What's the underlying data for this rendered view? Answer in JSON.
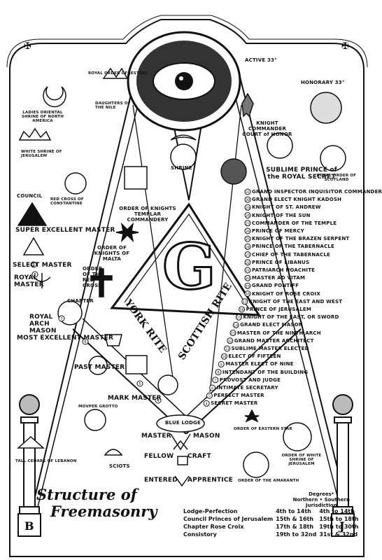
{
  "title_line1": "Structure of",
  "title_line2": "Freemasonry",
  "top_left_glyph": "✠",
  "top_right_glyph": "✠",
  "triangle_labels": {
    "york": "YORK RITE",
    "scottish": "SCOTTISH RITE",
    "center_letter": "G"
  },
  "blue_lodge": "BLUE LODGE",
  "top_orgs": {
    "jesters": "ROYAL ORDER OF JESTERS",
    "daughters_nile": "DAUGHTERS OF THE NILE",
    "ladies_shrine": "LADIES ORIENTAL SHRINE OF NORTH AMERICA",
    "white_shrine": "WHITE SHRINE OF JERUSALEM",
    "red_cross_constantine": "RED CROSS OF CONSTANTINE",
    "shrine": "SHRINE",
    "active33": "ACTIVE 33°",
    "honorary33": "HONORARY 33°",
    "knight_commander": "KNIGHT COMMANDER COURT of HONOR",
    "royal_order_scotland": "ROYAL ORDER OF SCOTLAND",
    "sublime_prince": "SUBLIME PRINCE of the ROYAL SECRET"
  },
  "york_rite": [
    "ORDER OF KNIGHTS TEMPLAR COMMANDERY",
    "ORDER OF KNIGHTS OF MALTA",
    "ORDER OF THE RED CROSS",
    "COUNCIL",
    "SUPER EXCELLENT MASTER",
    "SELECT MASTER",
    "ROYAL MASTER",
    "CHAPTER",
    "ROYAL ARCH MASON",
    "MOST EXCELLENT MASTER",
    "PAST MASTER",
    "MARK MASTER"
  ],
  "york_nums": [
    "9",
    "8",
    "7",
    "6",
    "5",
    "4"
  ],
  "scottish_rite": [
    "GRAND INSPECTOR INQUISITOR COMMANDER",
    "GRAND ELECT KNIGHT KADOSH",
    "KNIGHT OF ST. ANDREW",
    "KNIGHT OF THE SUN",
    "COMMANDER OF THE TEMPLE",
    "PRINCE OF MERCY",
    "KNIGHT OF THE BRAZEN SERPENT",
    "PRINCE OF THE TABERNACLE",
    "CHIEF OF THE TABERNACLE",
    "PRINCE OF LIBANUS",
    "PATRIARCH NOACHITE",
    "MASTER AD VITAM",
    "GRAND PONTIFF",
    "KNIGHT OF ROSE CROIX",
    "KNIGHT OF THE EAST AND WEST",
    "PRINCE OF JERUSALEM",
    "KNIGHT OF THE EAST, OR SWORD",
    "GRAND ELECT MASON",
    "MASTER OF THE NINTH ARCH",
    "GRAND MASTER ARCHITECT",
    "SUBLIME MASTER ELECTED",
    "ELECT OF FIFTEEN",
    "MASTER ELECT OF NINE",
    "INTENDANT OF THE BUILDING",
    "PROVOST AND JUDGE",
    "INTIMATE SECRETARY",
    "PERFECT MASTER",
    "SECRET MASTER"
  ],
  "scottish_nums": [
    "31",
    "30",
    "29",
    "28",
    "27",
    "26",
    "25",
    "24",
    "23",
    "22",
    "21",
    "20",
    "19",
    "18",
    "17",
    "16",
    "15",
    "14",
    "13",
    "12",
    "11",
    "10",
    "9",
    "8",
    "7",
    "6",
    "5",
    "4"
  ],
  "blue_lodge_degrees": [
    "MASTER",
    "MASON",
    "FELLOW",
    "CRAFT",
    "ENTERED",
    "APPRENTICE"
  ],
  "side_bodies": {
    "grotto": "MOVPER GROTTO",
    "tall_cedars": "TALL CEDARS OF LEBANON",
    "sciots": "SCIOTS",
    "eastern_star": "ORDER OF EASTERN STAR",
    "white_shrine2": "ORDER OF WHITE SHRINE OF JERUSALEM",
    "amaranth": "ORDER OF THE AMARANTH"
  },
  "pillars": {
    "left": "B",
    "right": "J"
  },
  "degrees_table": {
    "header": "Degrees*",
    "header_cols": "Northern • Southern",
    "header_sub": "Jurisdiction",
    "rows": [
      {
        "name": "Lodge-Perfection",
        "northern": "4th to 14th",
        "southern": "4th to 14th"
      },
      {
        "name": "Council Princes of Jerusalem",
        "northern": "15th & 16th",
        "southern": "15th to 18th"
      },
      {
        "name": "Chapter Rose Croix",
        "northern": "17th & 18th",
        "southern": "19th to 30th"
      },
      {
        "name": "Consistory",
        "northern": "19th to 32nd",
        "southern": "31st & 32nd"
      }
    ]
  }
}
